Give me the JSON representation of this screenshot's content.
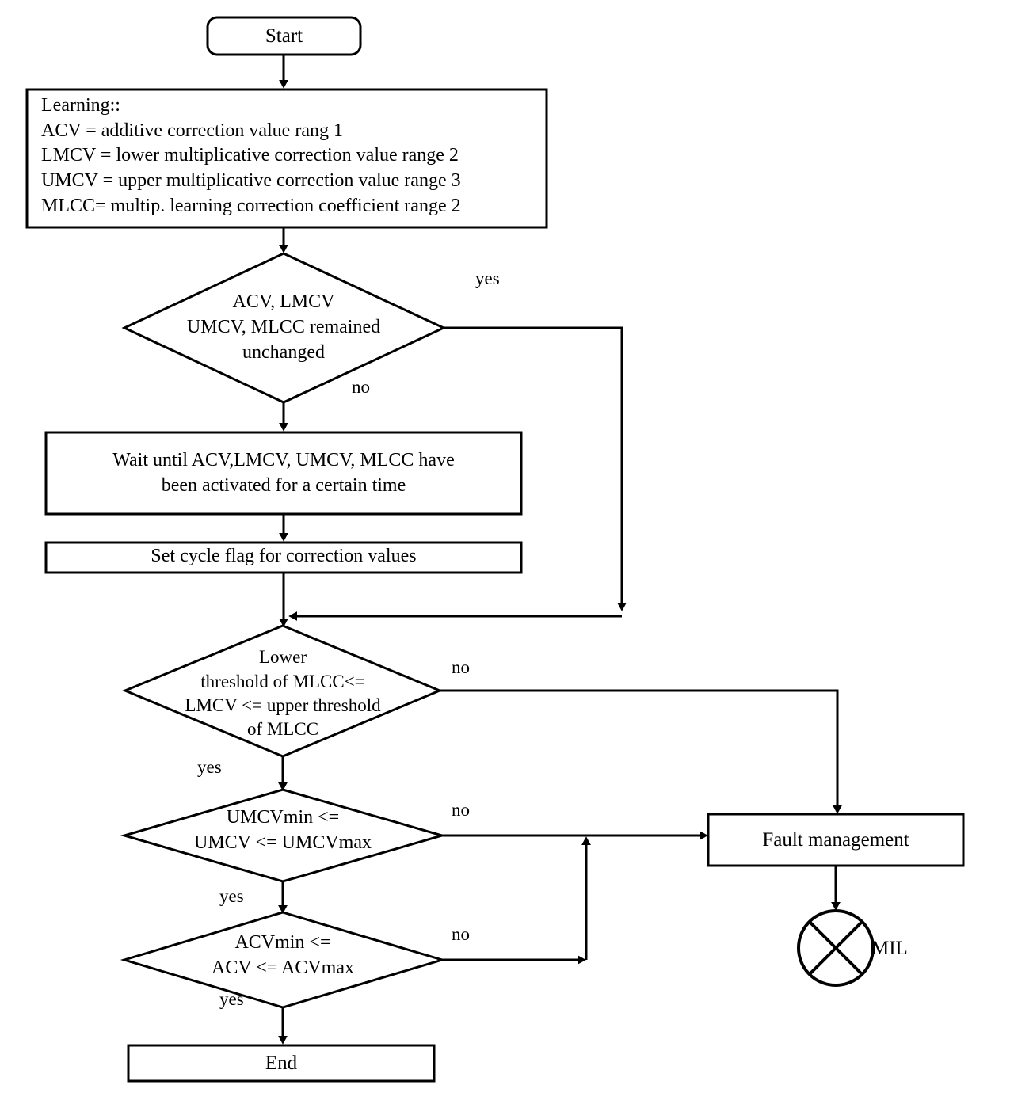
{
  "diagram": {
    "title": "Learning correction value monitoring flowchart",
    "stroke_color": "#000000",
    "background_color": "#ffffff"
  },
  "nodes": {
    "start": {
      "label": "Start",
      "shape": "rounded-rectangle"
    },
    "learning": {
      "label": "Learning::\n ACV = additive correction value rang 1\nLMCV = lower multiplicative  correction value range 2\nUMCV = upper multiplicative  correction value range 3\nMLCC= multip. learning correction coefficient range 2",
      "shape": "rectangle"
    },
    "decision_unchanged": {
      "label": "ACV, LMCV\nUMCV, MLCC remained\nunchanged",
      "shape": "diamond"
    },
    "wait": {
      "label": "Wait until ACV,LMCV, UMCV, MLCC have\nbeen activated for a certain time",
      "shape": "rectangle"
    },
    "set_cycle_flag": {
      "label": "Set cycle flag for correction values",
      "shape": "rectangle"
    },
    "decision_mlcc": {
      "label": "Lower\nthreshold of MLCC<=\nLMCV <= upper threshold\nof MLCC",
      "shape": "diamond"
    },
    "decision_umcv": {
      "label": "UMCVmin <=\nUMCV <= UMCVmax",
      "shape": "diamond"
    },
    "decision_acv": {
      "label": "ACVmin <=\nACV <= ACVmax",
      "shape": "diamond"
    },
    "fault_management": {
      "label": "Fault management",
      "shape": "rectangle"
    },
    "mil": {
      "label": "MIL",
      "shape": "circle-with-x"
    },
    "end": {
      "label": "End",
      "shape": "rectangle"
    }
  },
  "edge_labels": {
    "unchanged_yes": "yes",
    "unchanged_no": "no",
    "mlcc_no": "no",
    "mlcc_yes": "yes",
    "umcv_no": "no",
    "umcv_yes": "yes",
    "acv_no": "no",
    "acv_yes": "yes"
  }
}
